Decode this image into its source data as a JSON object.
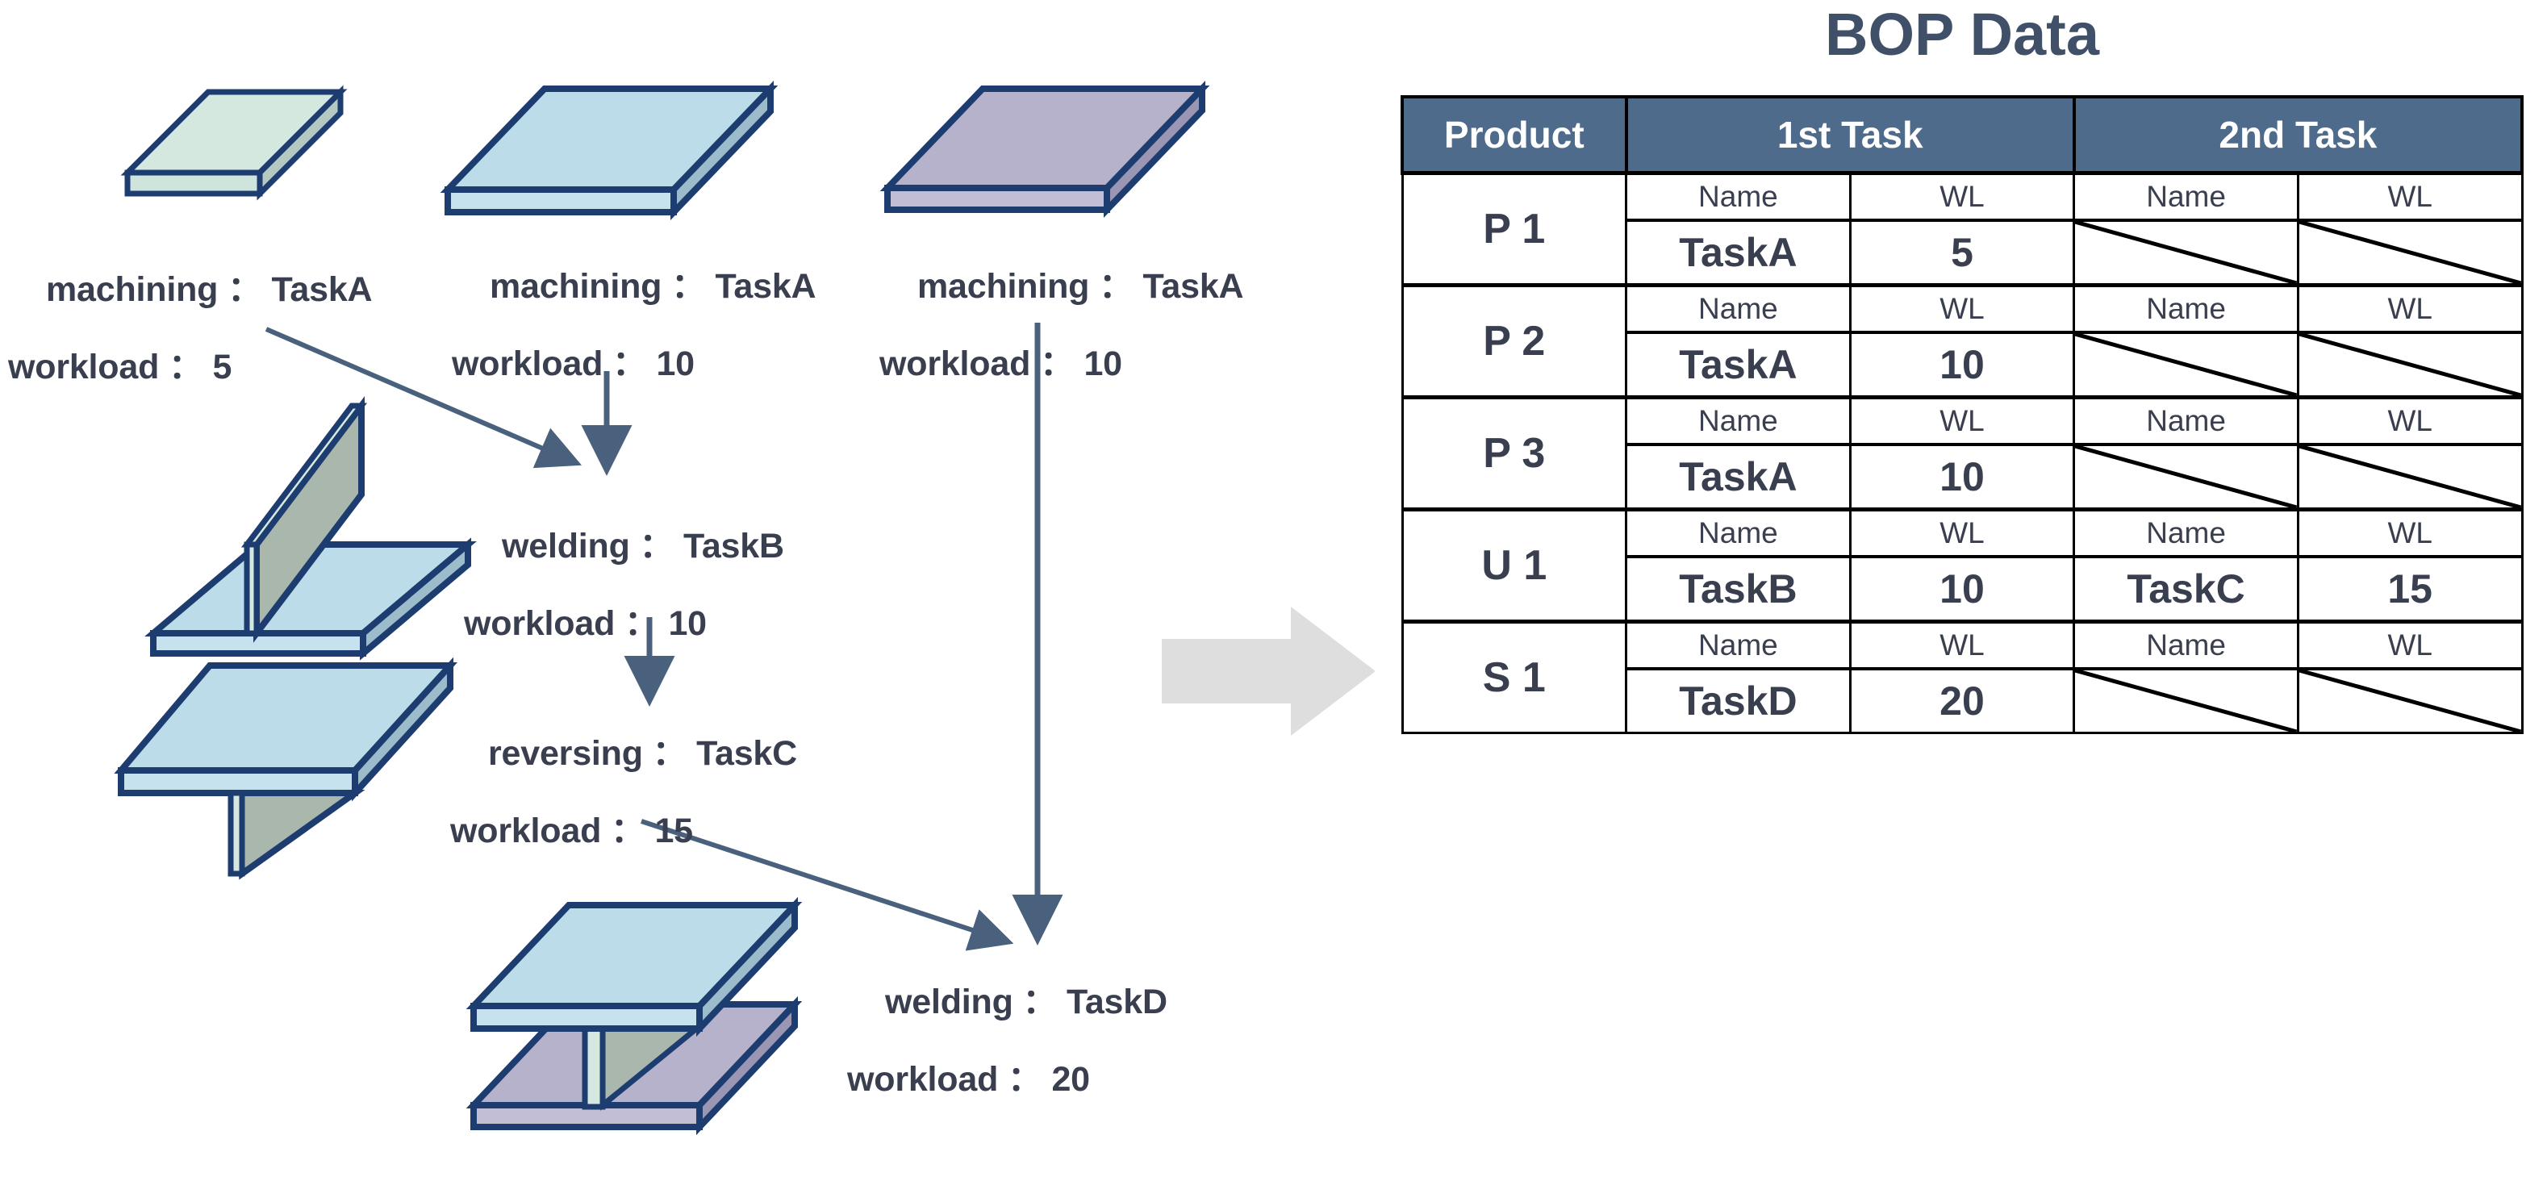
{
  "diagram": {
    "nodes": [
      {
        "id": "n1",
        "process": "machining",
        "task": "TaskA",
        "line1": "machining ： TaskA",
        "line2": "workload ： 5",
        "workload": 5
      },
      {
        "id": "n2",
        "process": "machining",
        "task": "TaskA",
        "line1": "machining ： TaskA",
        "line2": "workload ： 10",
        "workload": 10
      },
      {
        "id": "n3",
        "process": "machining",
        "task": "TaskA",
        "line1": "machining ： TaskA",
        "line2": "workload ： 10",
        "workload": 10
      },
      {
        "id": "n4",
        "process": "welding",
        "task": "TaskB",
        "line1": "welding ： TaskB",
        "line2": "workload ： 10",
        "workload": 10
      },
      {
        "id": "n5",
        "process": "reversing",
        "task": "TaskC",
        "line1": "reversing ： TaskC",
        "line2": "workload ： 15",
        "workload": 15
      },
      {
        "id": "n6",
        "process": "welding",
        "task": "TaskD",
        "line1": "welding ： TaskD",
        "line2": "workload ： 20",
        "workload": 20
      }
    ],
    "parts": [
      {
        "id": "p1",
        "name": "thin-plate-green"
      },
      {
        "id": "p2",
        "name": "plate-blue"
      },
      {
        "id": "p3",
        "name": "plate-purple"
      },
      {
        "id": "p4",
        "name": "tee-welded-part"
      },
      {
        "id": "p5",
        "name": "tee-reversed-part"
      },
      {
        "id": "p6",
        "name": "final-assembly"
      }
    ],
    "transform_arrow": "transform-arrow"
  },
  "table": {
    "title": "BOP Data",
    "header": {
      "product": "Product",
      "task1": "1st Task",
      "task2": "2nd Task"
    },
    "sub_header": {
      "name": "Name",
      "wl": "WL"
    },
    "rows": [
      {
        "product": "P 1",
        "t1_name": "TaskA",
        "t1_wl": "5",
        "t2_name": "",
        "t2_wl": "",
        "t2_empty": true
      },
      {
        "product": "P 2",
        "t1_name": "TaskA",
        "t1_wl": "10",
        "t2_name": "",
        "t2_wl": "",
        "t2_empty": true
      },
      {
        "product": "P 3",
        "t1_name": "TaskA",
        "t1_wl": "10",
        "t2_name": "",
        "t2_wl": "",
        "t2_empty": true
      },
      {
        "product": "U 1",
        "t1_name": "TaskB",
        "t1_wl": "10",
        "t2_name": "TaskC",
        "t2_wl": "15",
        "t2_empty": false
      },
      {
        "product": "S 1",
        "t1_name": "TaskD",
        "t1_wl": "20",
        "t2_name": "",
        "t2_wl": "",
        "t2_empty": true
      }
    ]
  },
  "colors": {
    "header_bg": "#4e6b8c",
    "title": "#3f5068",
    "text": "#3a3f4f",
    "arrow": "#49617c",
    "big_arrow": "#dedede",
    "plate_blue": "#bcdcea",
    "plate_green": "#d5e8e0",
    "plate_purple": "#b6b2cb",
    "web_grey": "#a9b7ac",
    "outline": "#1d3c70"
  }
}
